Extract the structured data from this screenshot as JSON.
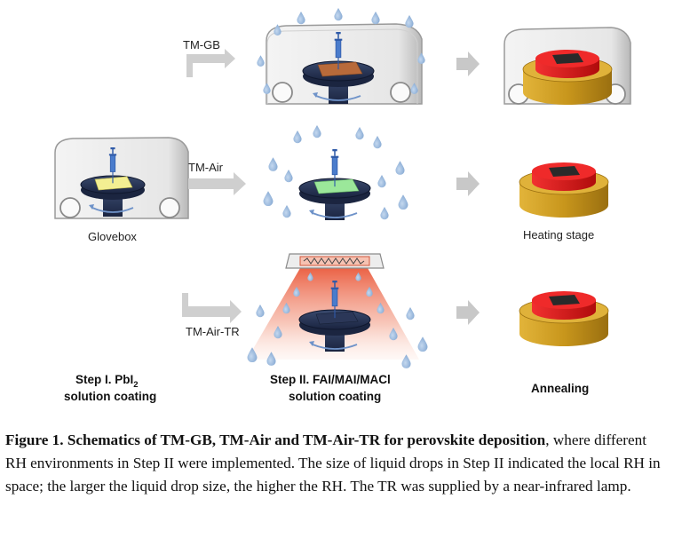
{
  "labels": {
    "tm_gb": "TM-GB",
    "tm_air": "TM-Air",
    "tm_air_tr": "TM-Air-TR",
    "glovebox": "Glovebox",
    "heating_stage": "Heating stage",
    "step1_line1": "Step I. PbI",
    "step1_sub": "2",
    "step1_line2": "solution coating",
    "step2_line1": "Step II. FAI/MAI/MACl",
    "step2_line2": "solution coating",
    "annealing": "Annealing"
  },
  "caption": {
    "bold": "Figure 1. Schematics of TM-GB, TM-Air and TM-Air-TR for perovskite deposition",
    "rest": ", where different RH environments in Step II were implemented. The size of liquid drops in Step II indicated the local RH in space; the larger the liquid drop size, the higher the RH. The TR was supplied by a near-infrared lamp."
  },
  "colors": {
    "drop": "#8fb2d9",
    "chuck": "#1f2d4d",
    "pbi2_film": "#f3ef92",
    "gb_film": "#b86a3a",
    "air_film": "#9be79a",
    "heater_gold": "#cfa126",
    "heater_red": "#e01a1a",
    "lamp_glow": "#e8452c",
    "arrow": "#c8c8c8"
  }
}
